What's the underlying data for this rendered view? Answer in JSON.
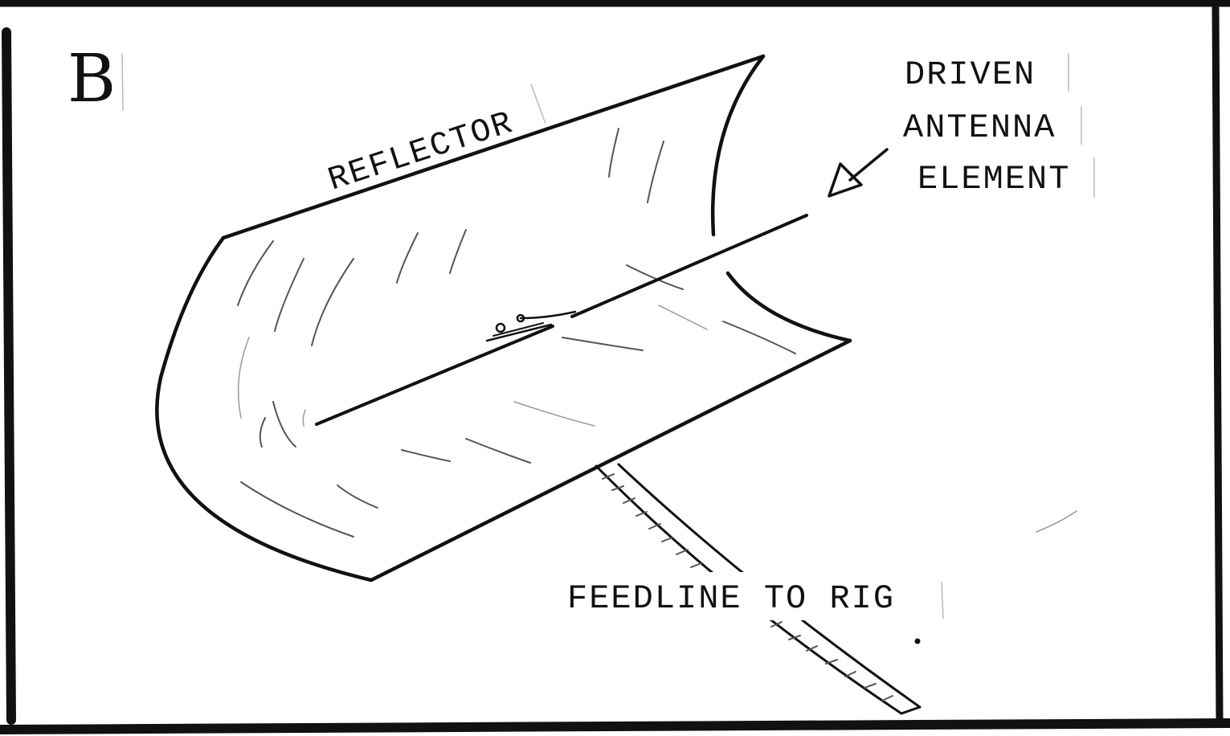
{
  "panel_letter": "B",
  "labels": {
    "reflector": "REFLECTOR",
    "driven_line1": "DRIVEN",
    "driven_line2": "ANTENNA",
    "driven_line3": "ELEMENT",
    "feedline": "FEEDLINE TO RIG"
  },
  "colors": {
    "ink": "#111111",
    "paper": "#ffffff"
  }
}
